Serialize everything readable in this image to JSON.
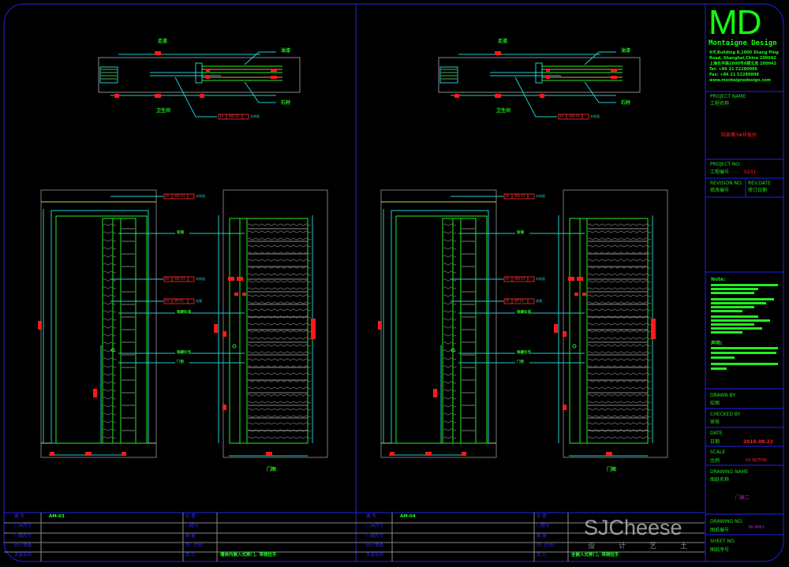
{
  "title_block": {
    "logo": "MD",
    "brand": "Montaigne Design",
    "address": [
      "9/F,Building 8,1000 Shang Ping",
      "Road, Shanghai,China 200042",
      "上海长平路1000号8楼文房 200042",
      "Tel: +86 21 52280006",
      "Fax: +86 21 52280008",
      "www.montaignedesign.com"
    ],
    "project_name_en": "PROJECT NAME",
    "project_name_cn": "工程名称",
    "project_name_value": "陆家嘴3#样板间",
    "project_no_en": "PROJECT NO.",
    "project_no_cn": "工程编号",
    "project_no_value": "0231",
    "revision_no_en": "REVISION NO.",
    "revision_no_cn": "修改编号",
    "rev_date_en": "REV.DATE",
    "rev_date_cn": "修订日期",
    "note_label": "Note:",
    "statement_label": "声明:",
    "drawn_by_en": "DRAWN BY",
    "drawn_by_cn": "绘图",
    "checked_by_en": "CHECKED BY",
    "checked_by_cn": "审核",
    "date_en": "DATE",
    "date_cn": "日期",
    "date_value": "2016.08.22",
    "scale_en": "SCALE",
    "scale_cn": "比例",
    "scale_value": "A3 NOTON",
    "drawing_name_en": "DRAWING NAME",
    "drawing_name_cn": "图纸名称",
    "drawing_name_value": "门表二",
    "drawing_no_en": "DRAWING NO.",
    "drawing_no_cn": "图纸编号",
    "drawing_no_value": "3A 4001",
    "sheet_no_en": "SHEET NO.",
    "sheet_no_cn": "图纸序号"
  },
  "sets": [
    {
      "plan_top": "走道",
      "plan_bottom": "卫生间",
      "plan_right_top": "油漆",
      "plan_right_bottom": "石材",
      "plan_tag": "WD-01",
      "tag_code": "3A",
      "tag_material_wood": "木饰面",
      "tag_material_metal": "金属",
      "tag_metal": "MT-01",
      "callout_glass": "玻璃",
      "callout_track": "隐藏轨道",
      "callout_handle": "隐藏拉手",
      "callout_lock": "门锁",
      "elevation_label": "门图",
      "table": {
        "rows_left": [
          "编 号",
          "门洞尺寸",
          "门扇尺寸",
          "防火等级",
          "五金名称"
        ],
        "rows_right": [
          "位 置",
          "门框号",
          "数 量",
          "开门方向",
          "其 它"
        ],
        "code": "AM-03",
        "remark": "墙体内嵌入式移门，带侧拉手"
      }
    },
    {
      "plan_top": "走道",
      "plan_bottom": "卫生间",
      "plan_right_top": "油漆",
      "plan_right_bottom": "石材",
      "plan_tag": "WD-01",
      "tag_code": "3A",
      "tag_material_wood": "木饰面",
      "tag_material_metal": "金属",
      "tag_metal": "MT-01",
      "callout_glass": "玻璃",
      "callout_track": "隐藏轨道",
      "callout_handle": "隐藏拉手",
      "callout_lock": "门锁",
      "elevation_label": "门图",
      "table": {
        "rows_left": [
          "编 号",
          "门洞尺寸",
          "门扇尺寸",
          "防火等级",
          "五金名称"
        ],
        "rows_right": [
          "位 置",
          "门框号",
          "数 量",
          "开门方向",
          "其 它"
        ],
        "code": "AM-04",
        "remark": "全嵌入式移门，带侧拉手"
      }
    }
  ],
  "watermark": {
    "text": "SJCheese",
    "sub": "设计艺土"
  },
  "colors": {
    "border": "#2222ee",
    "green": "#22ee22",
    "cyan": "#22cccc",
    "red": "#ff1a1a",
    "yellow": "#cccc55"
  }
}
